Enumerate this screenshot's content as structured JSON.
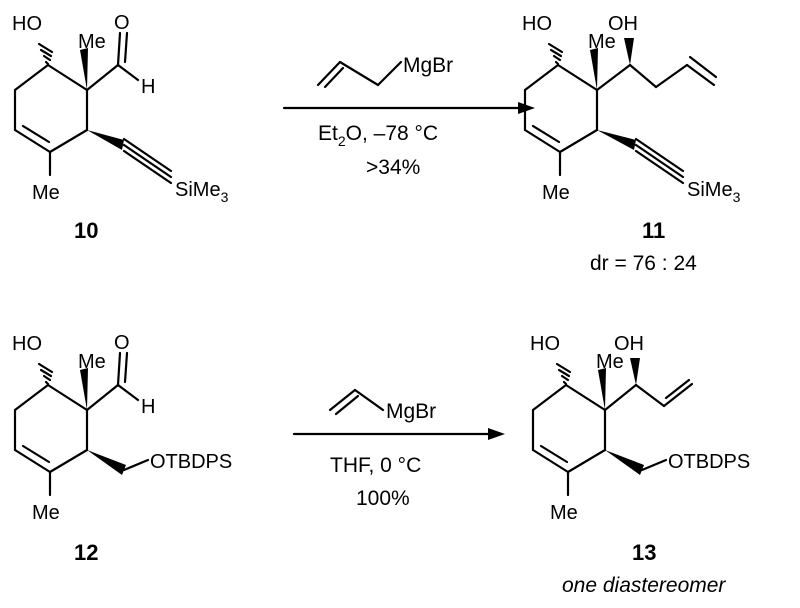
{
  "groups": {
    "hydroxy": "HO",
    "hydroxy_r": "OH",
    "methyl": "Me",
    "aldehyde_o": "O",
    "aldehyde_h": "H",
    "silyl": "SiMe",
    "silyl_sub": "3",
    "silyl_ether": "OTBDPS"
  },
  "reaction1": {
    "reagent": "MgBr",
    "solvent_pre": "Et",
    "solvent_sub": "2",
    "solvent_post": "O, –78 °C",
    "yield": ">34%",
    "start_label": "10",
    "product_label": "11",
    "product_note": "dr = 76 : 24"
  },
  "reaction2": {
    "reagent": "MgBr",
    "conditions": "THF, 0 °C",
    "yield": "100%",
    "start_label": "12",
    "product_label": "13",
    "product_note": "one diastereomer"
  }
}
